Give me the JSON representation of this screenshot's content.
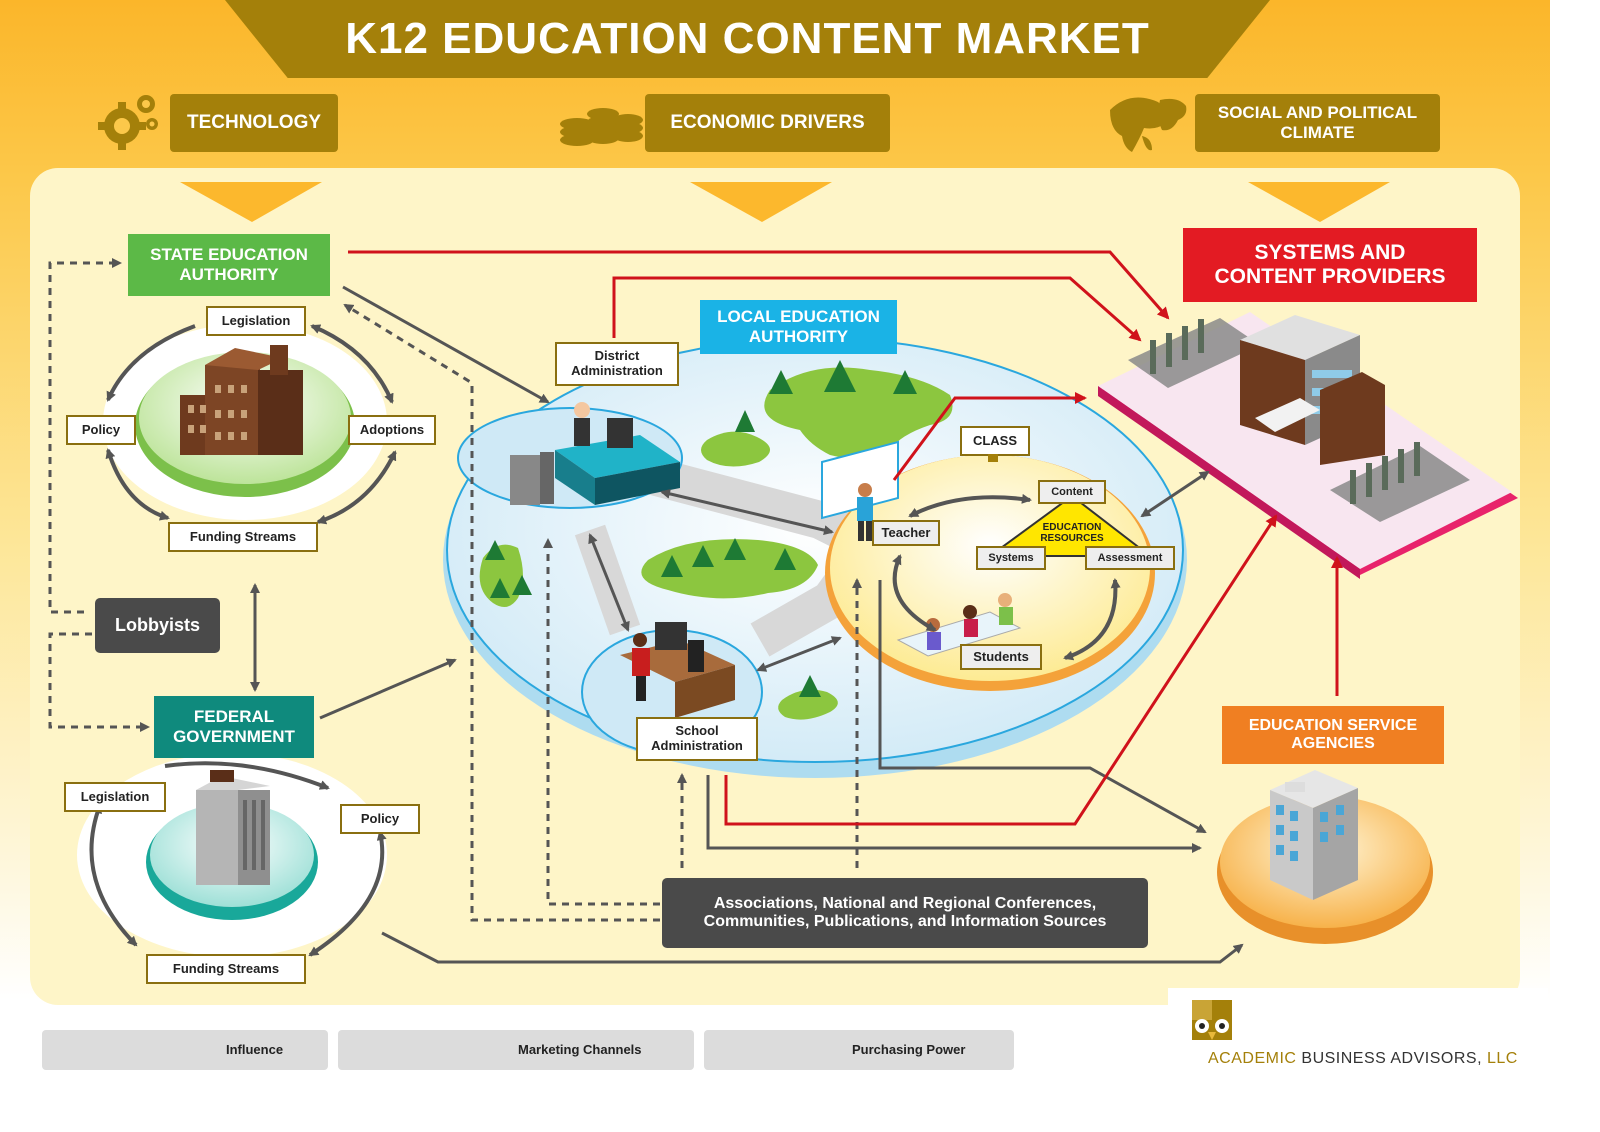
{
  "title": "K12 EDUCATION CONTENT MARKET",
  "drivers": {
    "technology": "TECHNOLOGY",
    "economic": "ECONOMIC DRIVERS",
    "social_line1": "SOCIAL AND POLITICAL",
    "social_line2": "CLIMATE"
  },
  "state": {
    "title_line1": "STATE EDUCATION",
    "title_line2": "AUTHORITY",
    "legislation": "Legislation",
    "policy": "Policy",
    "adoptions": "Adoptions",
    "funding": "Funding Streams"
  },
  "lobbyists": "Lobbyists",
  "federal": {
    "title_line1": "FEDERAL",
    "title_line2": "GOVERNMENT",
    "legislation": "Legislation",
    "policy": "Policy",
    "funding": "Funding Streams"
  },
  "local": {
    "title_line1": "LOCAL EDUCATION",
    "title_line2": "AUTHORITY",
    "district_line1": "District",
    "district_line2": "Administration",
    "school_line1": "School",
    "school_line2": "Administration"
  },
  "class": {
    "title": "CLASS",
    "content": "Content",
    "resources_line1": "EDUCATION",
    "resources_line2": "RESOURCES",
    "systems": "Systems",
    "assessment": "Assessment",
    "teacher": "Teacher",
    "students": "Students"
  },
  "providers": {
    "line1": "SYSTEMS AND",
    "line2": "CONTENT PROVIDERS"
  },
  "esa": {
    "line1": "EDUCATION SERVICE",
    "line2": "AGENCIES"
  },
  "associations": {
    "line1": "Associations, National and Regional Conferences,",
    "line2": "Communities, Publications, and Information Sources"
  },
  "legend": {
    "influence": "Influence",
    "marketing": "Marketing Channels",
    "purchasing": "Purchasing Power"
  },
  "logo": {
    "part1": "ACADEMIC",
    "part2": " BUSINESS ADVISORS,",
    "part3": " LLC"
  },
  "colors": {
    "gold": "#a4800a",
    "state_green": "#5cb947",
    "federal_teal": "#0f8a7d",
    "local_blue": "#1ab3e6",
    "providers_red": "#e31b23",
    "esa_orange": "#f07f22",
    "influence_gray": "#555555",
    "purchasing_red": "#d0121b"
  }
}
